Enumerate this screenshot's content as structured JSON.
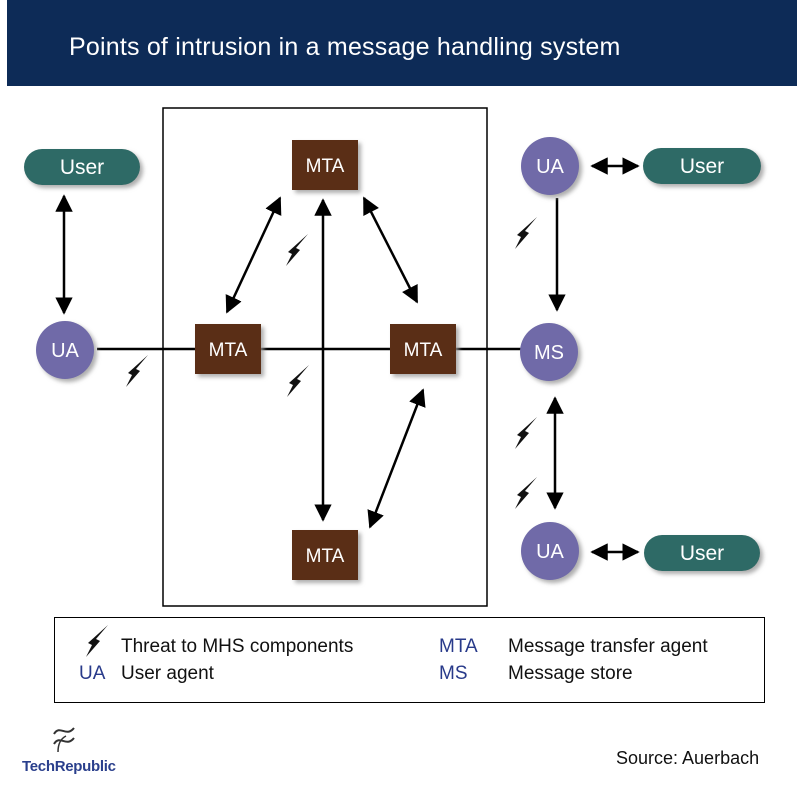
{
  "title": "Points of intrusion in a message handling system",
  "nodes": {
    "user_left": "User",
    "user_top_right": "User",
    "user_bottom_right": "User",
    "ua_left": "UA",
    "ua_top_right": "UA",
    "ua_bottom_right": "UA",
    "ms": "MS",
    "mta_top": "MTA",
    "mta_left": "MTA",
    "mta_right": "MTA",
    "mta_bottom": "MTA"
  },
  "legend": {
    "threat_label": "Threat to MHS components",
    "ua_abbr": "UA",
    "ua_label": "User agent",
    "mta_abbr": "MTA",
    "mta_label": "Message transfer agent",
    "ms_abbr": "MS",
    "ms_label": "Message store"
  },
  "source": "Source: Auerbach",
  "brand": "TechRepublic",
  "colors": {
    "header": "#0d2b57",
    "user_pill": "#2f6b66",
    "agent_circle": "#6f6aa8",
    "mta_box": "#5a2e12",
    "abbr_text": "#283a8a"
  },
  "icons": [
    "lightning-threat-icon",
    "double-arrow-icon",
    "techrepublic-logo"
  ]
}
